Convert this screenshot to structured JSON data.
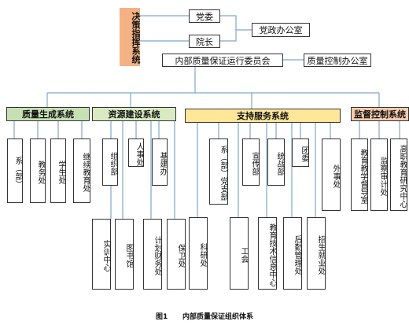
{
  "decision": "决策指挥系统",
  "top": {
    "party_committee": "党委",
    "president": "院长",
    "party_admin_office": "党政办公室",
    "committee": "内部质量保证运行委员会",
    "qc_office": "质量控制办公室"
  },
  "systems": {
    "quality": "质量生成系统",
    "resource": "资源建设系统",
    "support": "支持服务系统",
    "monitor": "监督控制系统"
  },
  "units": {
    "dept": "系（部）",
    "academic": "教务处",
    "student": "学生处",
    "continuing": "继续教育处",
    "organization": "组织部",
    "personnel": "人事处",
    "construction": "基建办",
    "training": "实训中心",
    "library": "图书馆",
    "finance": "计划财务处",
    "security": "保卫处",
    "branch": "系（部）党支部",
    "research": "科研处",
    "publicity": "宣传部",
    "union": "工会",
    "united_front": "统战部",
    "edutech": "教育技术信息中心",
    "league": "团委",
    "logistics": "后勤管理处",
    "foreign": "外事处",
    "enrollment": "招生就业处",
    "supervision": "教育教学督导室",
    "audit": "监察审计处",
    "research_center": "高职教育研究中心"
  },
  "caption": "图1      内部质量保证组织体系"
}
